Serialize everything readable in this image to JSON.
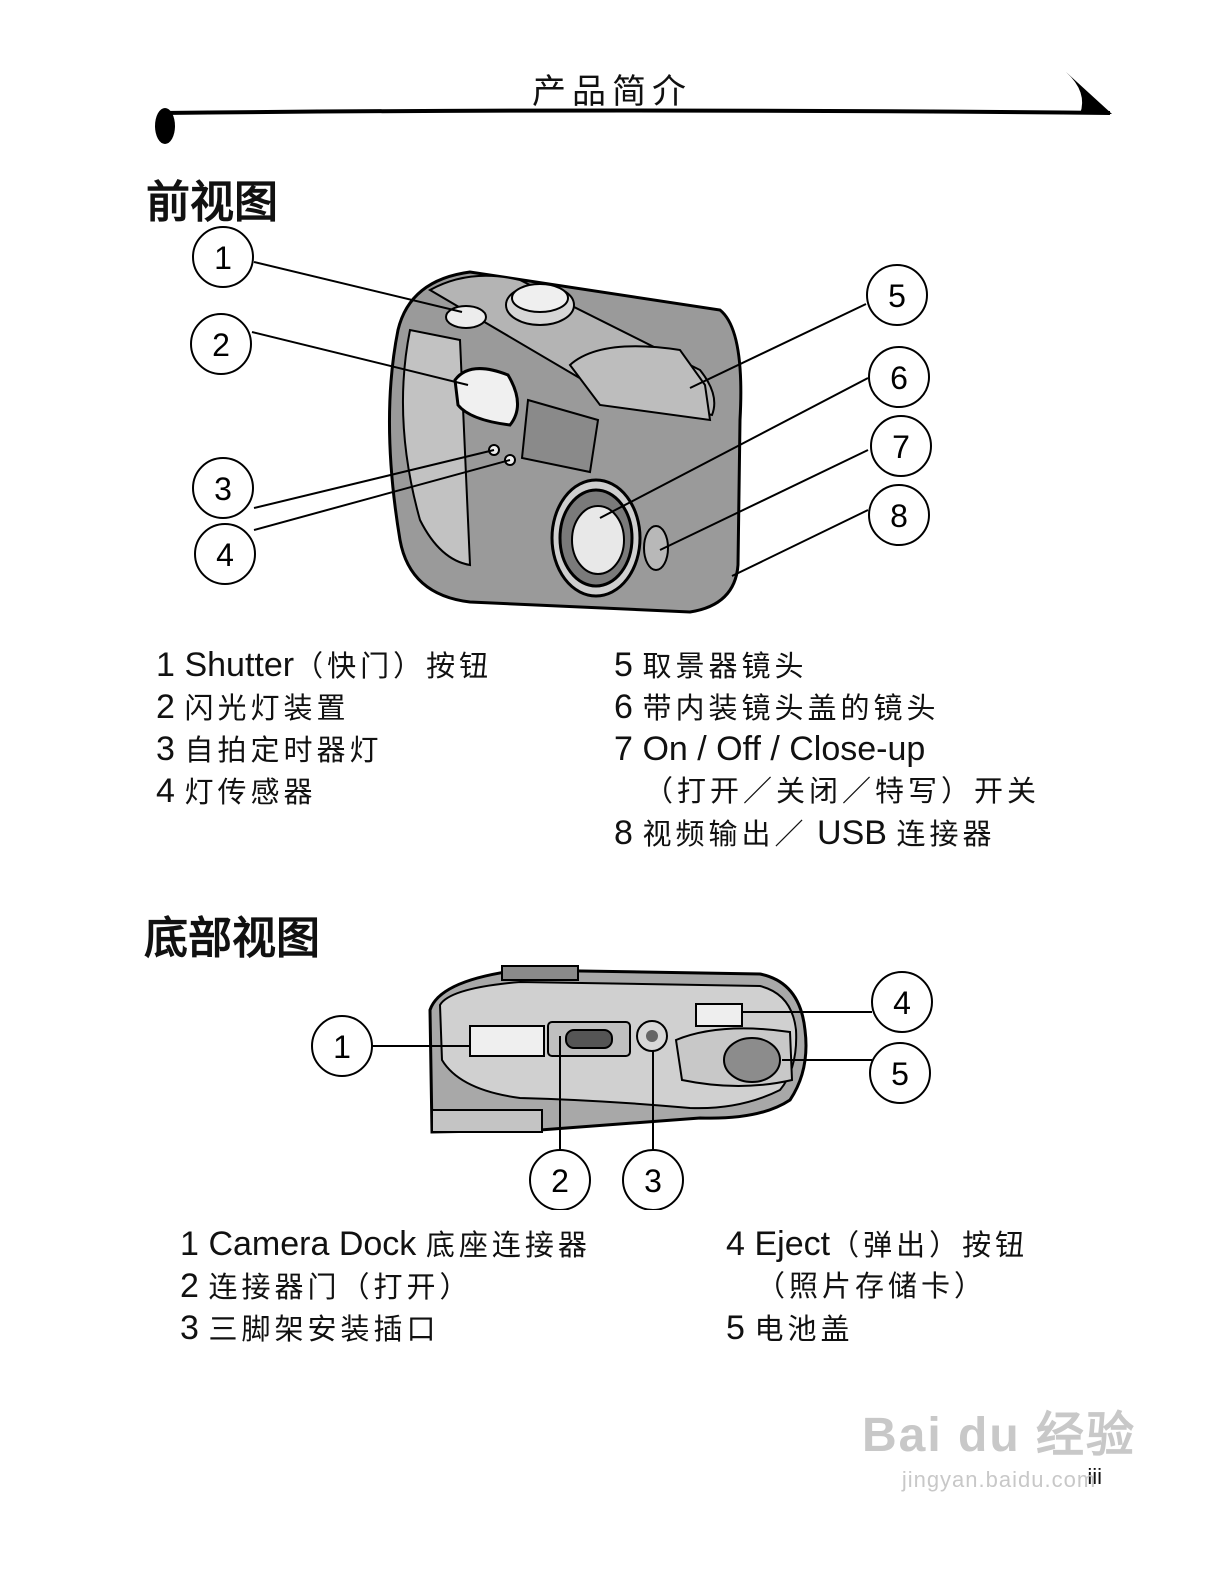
{
  "header": {
    "title": "产品简介"
  },
  "front_view": {
    "title": "前视图",
    "callouts": [
      "1",
      "2",
      "3",
      "4",
      "5",
      "6",
      "7",
      "8"
    ],
    "legend_left": [
      {
        "num": "1",
        "latin": "Shutter",
        "cn": "（快门）按钮"
      },
      {
        "num": "2",
        "latin": "",
        "cn": "闪光灯装置"
      },
      {
        "num": "3",
        "latin": "",
        "cn": "自拍定时器灯"
      },
      {
        "num": "4",
        "latin": "",
        "cn": "灯传感器"
      }
    ],
    "legend_right": [
      {
        "num": "5",
        "cn": "取景器镜头"
      },
      {
        "num": "6",
        "cn": "带内装镜头盖的镜头"
      },
      {
        "num": "7",
        "latin": "On / Off / Close-up",
        "cn2": "（打开／关闭／特写）开关"
      },
      {
        "num": "8",
        "cn": "视频输出／",
        "latin": "USB",
        "cn_after": "连接器"
      }
    ]
  },
  "bottom_view": {
    "title": "底部视图",
    "callouts": [
      "1",
      "2",
      "3",
      "4",
      "5"
    ],
    "legend_left": [
      {
        "num": "1",
        "latin": "Camera Dock",
        "cn": "底座连接器"
      },
      {
        "num": "2",
        "cn": "连接器门（打开）"
      },
      {
        "num": "3",
        "cn": "三脚架安装插口"
      }
    ],
    "legend_right": [
      {
        "num": "4",
        "latin": "Eject",
        "cn": "（弹出）按钮",
        "cn2": "（照片存储卡）"
      },
      {
        "num": "5",
        "cn": "电池盖"
      }
    ]
  },
  "page_number": "iii",
  "watermark": {
    "logo": "Bai du 经验",
    "url": "jingyan.baidu.com"
  }
}
